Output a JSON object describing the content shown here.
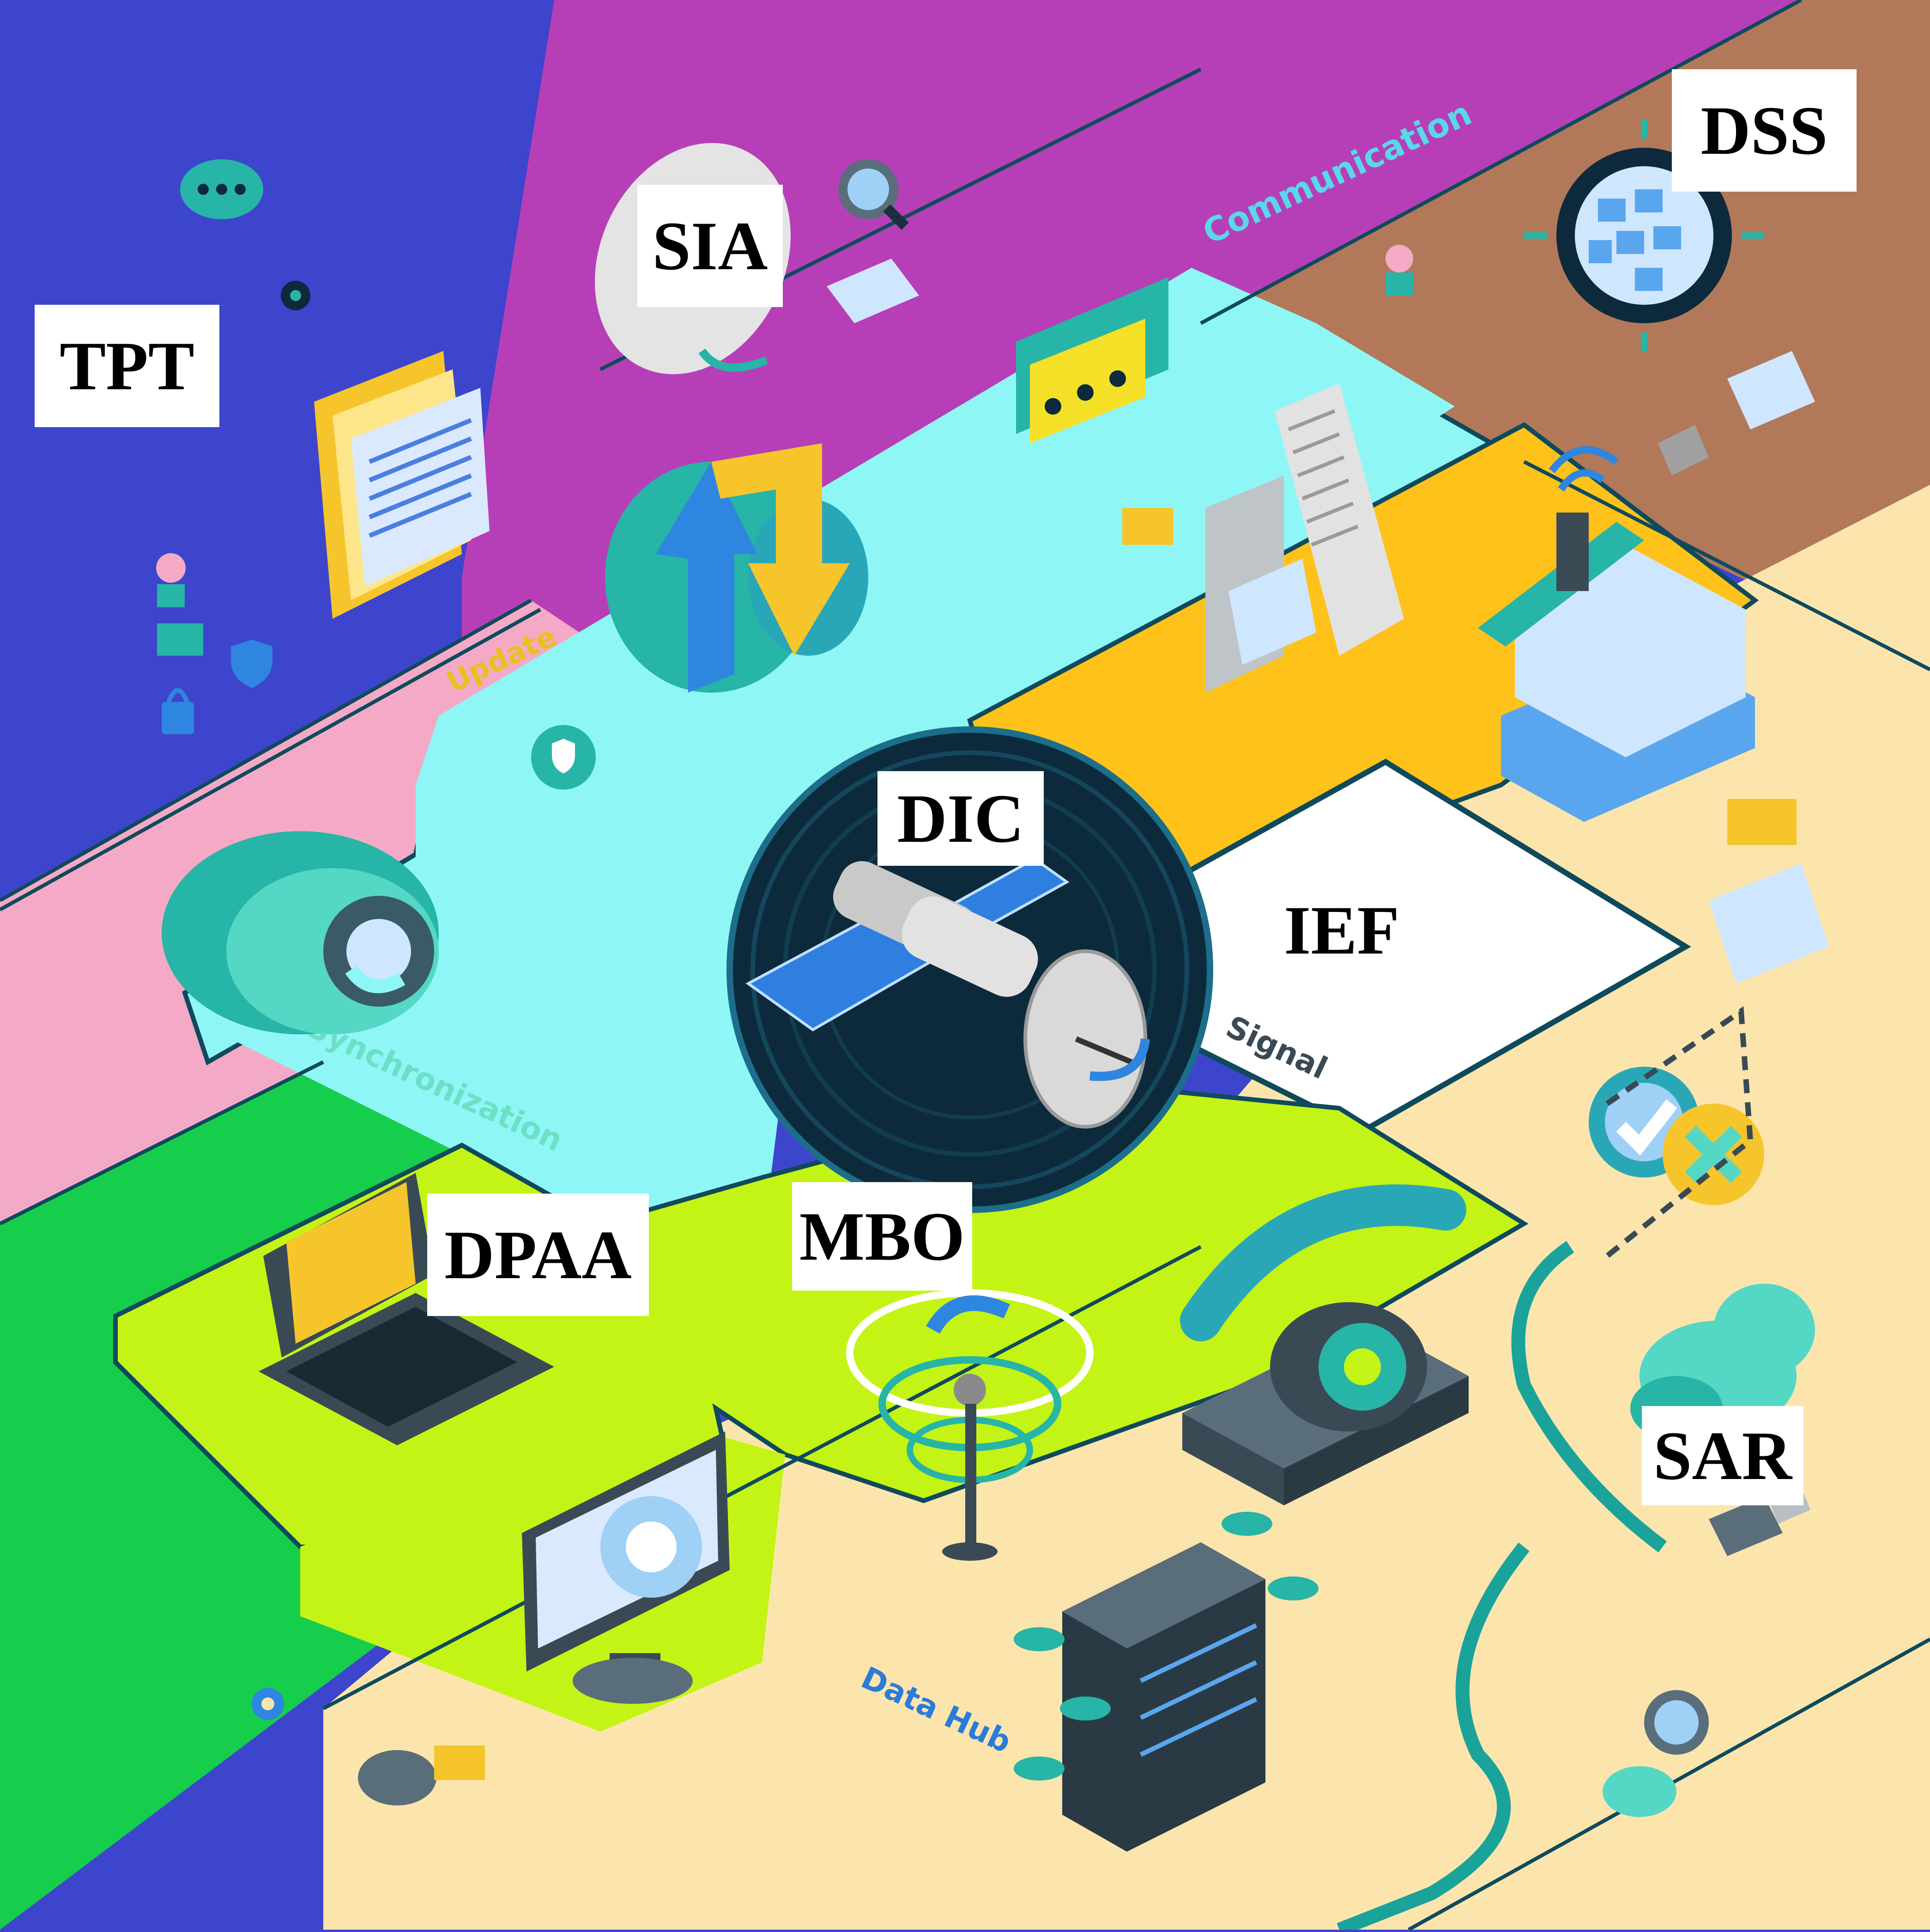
{
  "labels": {
    "tpt": "TPT",
    "sia": "SIA",
    "dss": "DSS",
    "dic": "DIC",
    "ief": "IEF",
    "dpaa": "DPAA",
    "mbo": "MBO",
    "sar": "SAR"
  },
  "path_labels": {
    "communication": "Communication",
    "update": "Update",
    "synchronization": "Synchronization",
    "signal": "Signal",
    "data_hub": "Data Hub"
  },
  "colors": {
    "blue_region": "#3d45cc",
    "magenta_region": "#b63fb8",
    "brown_region": "#b1785a",
    "pink_region": "#f4aac6",
    "green_region": "#16cd4c",
    "cyan_board": "#8ff6f6",
    "orange_board": "#ffc21b",
    "lime_board": "#c4f416",
    "cream_board": "#fbe5ad",
    "white_board": "#ffffff",
    "dark_circle": "#0d2a3c",
    "teal_accent": "#1aa39a",
    "yellow_accent": "#f5c52b"
  },
  "icons": [
    "chat-bubble-icon",
    "gear-icon",
    "person-icon",
    "document-icon",
    "lock-icon",
    "shield-icon",
    "mail-icon",
    "satellite-dish-icon",
    "magnifier-icon",
    "sync-arrows-icon",
    "cloud-sync-icon",
    "globe-network-icon",
    "house-wifi-icon",
    "satellite-icon",
    "laptop-icon",
    "monitor-icon",
    "radar-antenna-icon",
    "telephone-icon",
    "check-icon",
    "cross-icon",
    "cloud-icon",
    "usb-plug-icon",
    "server-icon",
    "database-icon"
  ]
}
